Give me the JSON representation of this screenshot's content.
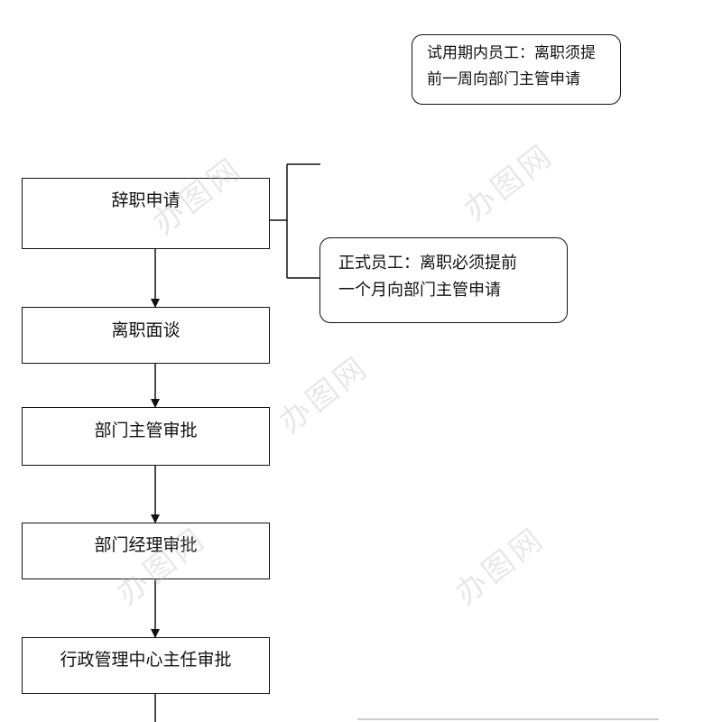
{
  "flow": {
    "steps": [
      "辞职申请",
      "离职面谈",
      "部门主管审批",
      "部门经理审批",
      "行政管理中心主任审批"
    ]
  },
  "notes": {
    "probation": "试用期内员工：离职须提\n前一周向部门主管申请",
    "regular": "正式员工：离职必须提前\n一个月向部门主管申请"
  },
  "watermark": {
    "text": "办图网"
  }
}
